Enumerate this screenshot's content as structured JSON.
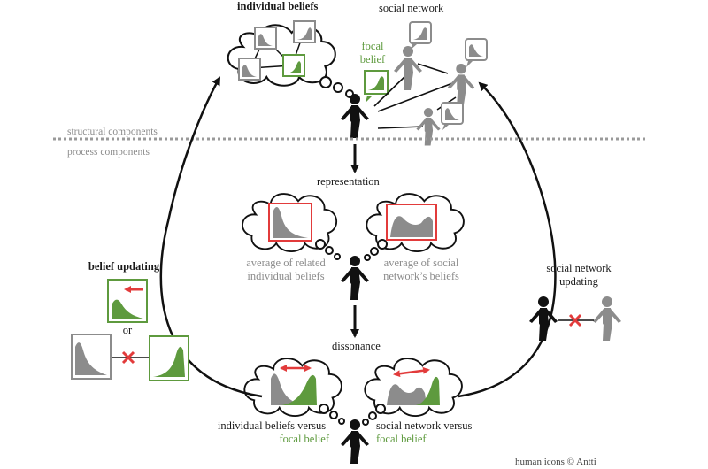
{
  "labels": {
    "individual_beliefs": "individual beliefs",
    "social_network": "social network",
    "focal_belief": "focal belief",
    "structural_components": "structural components",
    "process_components": "process components",
    "representation": "representation",
    "avg_related": "average of related individual beliefs",
    "avg_social": "average of social network’s beliefs",
    "belief_updating": "belief updating",
    "or": "or",
    "dissonance": "dissonance",
    "indiv_versus": "individual beliefs versus",
    "indiv_versus_focal": "focal belief",
    "social_versus": "social network versus",
    "social_versus_focal": "focal belief",
    "social_network_updating": "social network updating",
    "credit": "human icons © Antti"
  },
  "colors": {
    "green": "#5e9a3e",
    "gray": "#8c8c8c",
    "red": "#e23b3b",
    "black": "#111111"
  },
  "icons": [
    "thought-cloud-icon",
    "person-icon",
    "belief-distribution-icon",
    "speech-bubble-icon",
    "cross-icon",
    "arrow-icon"
  ]
}
